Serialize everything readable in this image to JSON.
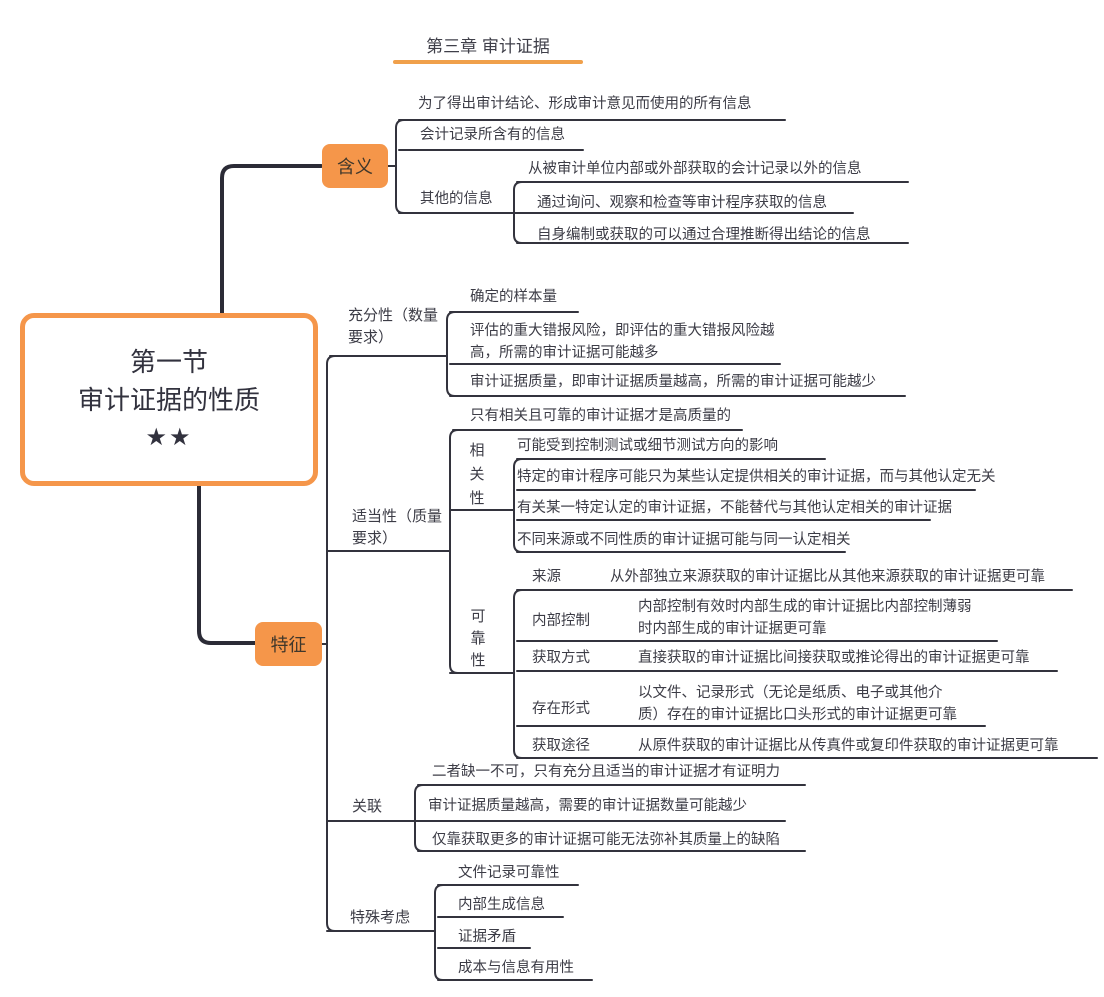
{
  "title": "第三章 审计证据",
  "root": {
    "line1": "第一节",
    "line2": "审计证据的性质",
    "stars": "★★"
  },
  "meaning": {
    "label": "含义",
    "item1": "为了得出审计结论、形成审计意见而使用的所有信息",
    "item2": "会计记录所含有的信息",
    "other": {
      "label": "其他的信息",
      "item1": "从被审计单位内部或外部获取的会计记录以外的信息",
      "item2": "通过询问、观察和检查等审计程序获取的信息",
      "item3": "自身编制或获取的可以通过合理推断得出结论的信息"
    }
  },
  "feature": {
    "label": "特征",
    "sufficiency": {
      "label": "充分性（数量要求）",
      "item1": "确定的样本量",
      "item2_line1": "评估的重大错报风险，即评估的重大错报风险越",
      "item2_line2": "高，所需的审计证据可能越多",
      "item3": "审计证据质量，即审计证据质量越高，所需的审计证据可能越少"
    },
    "appropriateness": {
      "label": "适当性（质量要求）",
      "note": "只有相关且可靠的审计证据才是高质量的",
      "relevance": {
        "label": "相关性",
        "item1": "可能受到控制测试或细节测试方向的影响",
        "item2": "特定的审计程序可能只为某些认定提供相关的审计证据，而与其他认定无关",
        "item3": "有关某一特定认定的审计证据，不能替代与其他认定相关的审计证据",
        "item4": "不同来源或不同性质的审计证据可能与同一认定相关"
      },
      "reliability": {
        "label": "可靠性",
        "row1": {
          "key": "来源",
          "desc": "从外部独立来源获取的审计证据比从其他来源获取的审计证据更可靠"
        },
        "row2": {
          "key": "内部控制",
          "desc_line1": "内部控制有效时内部生成的审计证据比内部控制薄弱",
          "desc_line2": "时内部生成的审计证据更可靠"
        },
        "row3": {
          "key": "获取方式",
          "desc": "直接获取的审计证据比间接获取或推论得出的审计证据更可靠"
        },
        "row4": {
          "key": "存在形式",
          "desc_line1": "以文件、记录形式（无论是纸质、电子或其他介",
          "desc_line2": "质）存在的审计证据比口头形式的审计证据更可靠"
        },
        "row5": {
          "key": "获取途径",
          "desc": "从原件获取的审计证据比从传真件或复印件获取的审计证据更可靠"
        }
      }
    },
    "relation": {
      "label": "关联",
      "item1": "二者缺一不可，只有充分且适当的审计证据才有证明力",
      "item2": "审计证据质量越高，需要的审计证据数量可能越少",
      "item3": "仅靠获取更多的审计证据可能无法弥补其质量上的缺陷"
    },
    "special": {
      "label": "特殊考虑",
      "item1": "文件记录可靠性",
      "item2": "内部生成信息",
      "item3": "证据矛盾",
      "item4": "成本与信息有用性"
    }
  },
  "colors": {
    "accent": "#F5964A",
    "line": "#33333D",
    "text": "#3C3C46"
  }
}
